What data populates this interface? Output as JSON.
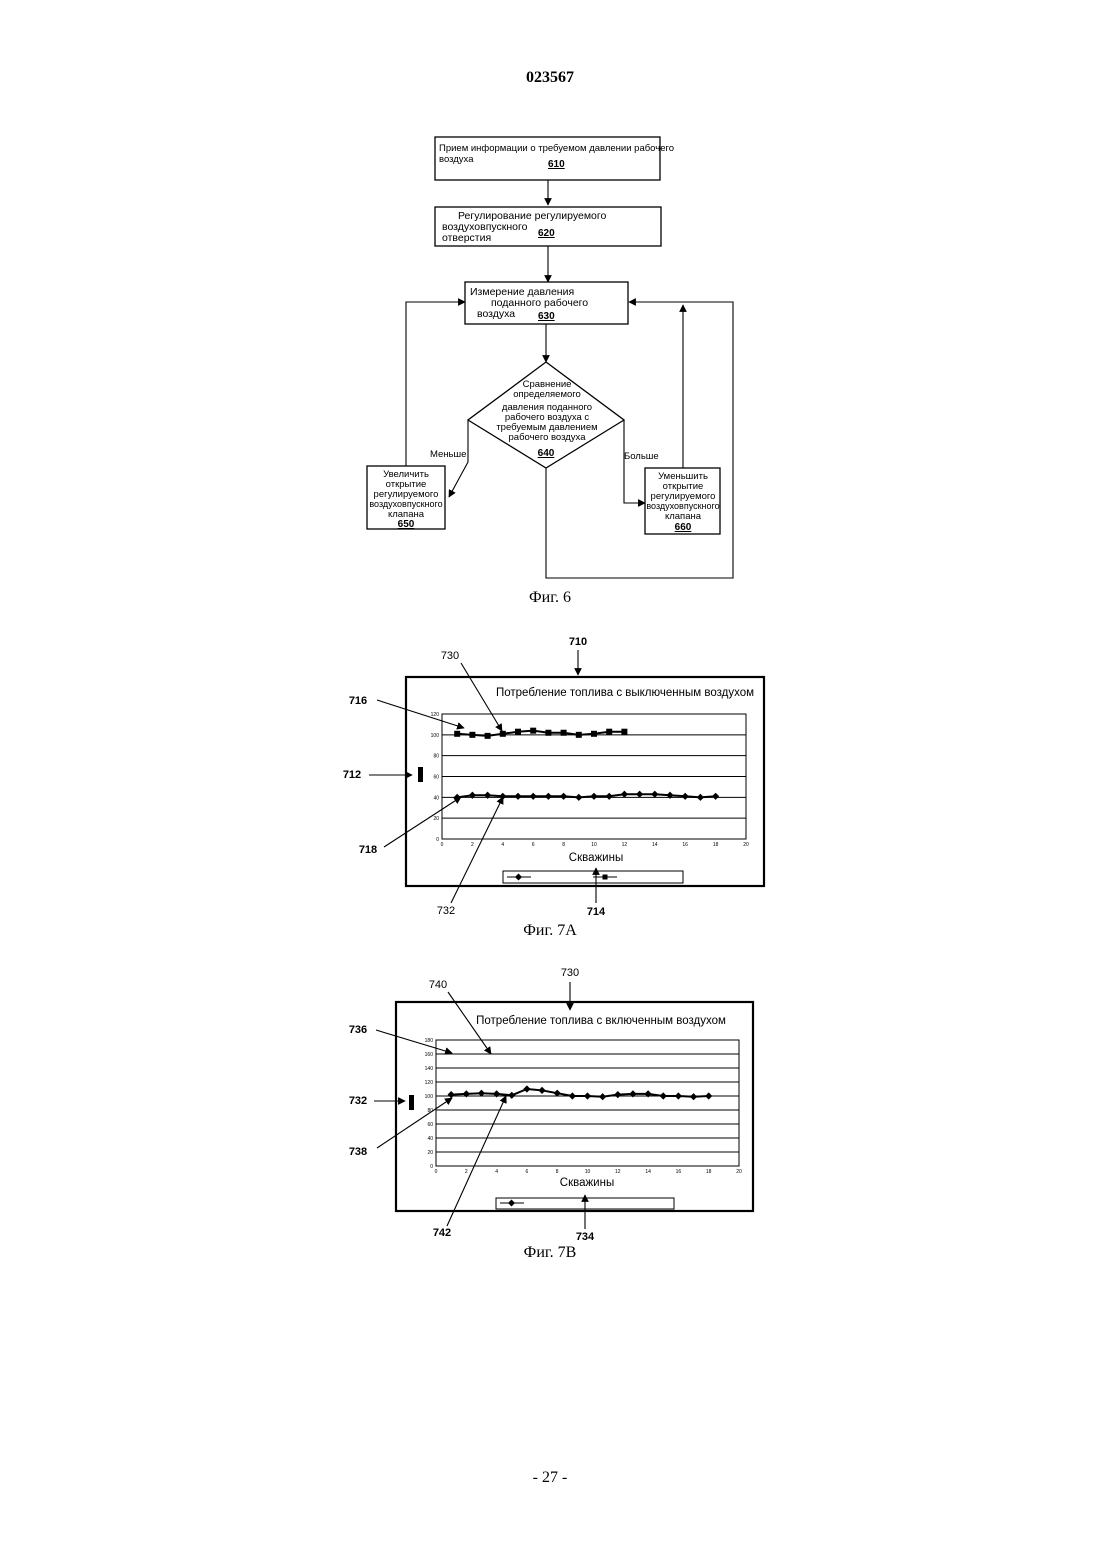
{
  "header": {
    "doc_number": "023567"
  },
  "footer": {
    "page_number": "- 27 -"
  },
  "fig6": {
    "caption": "Фиг. 6",
    "box610": {
      "lines": [
        "Прием информации о требуемом давлении рабочего",
        "воздуха"
      ],
      "ref": "610"
    },
    "box620": {
      "lines": [
        "Регулирование регулируемого",
        "воздуховпускного",
        "отверстия"
      ],
      "ref": "620"
    },
    "box630": {
      "lines": [
        "Измерение давления",
        "поданного  рабочего",
        "воздуха"
      ],
      "ref": "630"
    },
    "diamond640": {
      "lines": [
        "Сравнение",
        "определяемого",
        "давления  поданного",
        "рабочего воздуха с",
        "требуемым давлением",
        "рабочего воздуха"
      ],
      "ref": "640"
    },
    "box650": {
      "lines": [
        "Увеличить",
        "открытие",
        "регулируемого",
        "воздуховпускного",
        "клапана"
      ],
      "ref": "650"
    },
    "box660": {
      "lines": [
        "Уменьшить",
        "открытие",
        "регулируемого",
        "воздуховпускного",
        "клапана"
      ],
      "ref": "660"
    },
    "label_less": "Меньше",
    "label_more": "Больше"
  },
  "fig7a": {
    "caption": "Фиг. 7А",
    "refs": {
      "top": "710",
      "title_ref": "730",
      "series_top": "716",
      "axis": "712",
      "series_bottom": "718",
      "marker_ref": "732",
      "legend_ref": "714"
    },
    "chart_data": {
      "type": "line",
      "title": "Потребление топлива с выключенным воздухом",
      "xlabel": "Скважины",
      "ylabel": "",
      "xlim": [
        0,
        20
      ],
      "ylim": [
        0,
        120
      ],
      "xticks": [
        0,
        2,
        4,
        6,
        8,
        10,
        12,
        14,
        16,
        18,
        20
      ],
      "yticks": [
        0,
        20,
        40,
        60,
        80,
        100,
        120
      ],
      "grid": true,
      "legend_position": "bottom",
      "series": [
        {
          "marker": "square",
          "x": [
            1,
            2,
            3,
            4,
            5,
            6,
            7,
            8,
            9,
            10,
            11,
            12
          ],
          "values": [
            101,
            100,
            99,
            101,
            103,
            104,
            102,
            102,
            100,
            101,
            103,
            103
          ]
        },
        {
          "marker": "diamond",
          "x": [
            1,
            2,
            3,
            4,
            5,
            6,
            7,
            8,
            9,
            10,
            11,
            12,
            13,
            14,
            15,
            16,
            17,
            18
          ],
          "values": [
            40,
            42,
            42,
            41,
            41,
            41,
            41,
            41,
            40,
            41,
            41,
            43,
            43,
            43,
            42,
            41,
            40,
            41
          ]
        }
      ]
    }
  },
  "fig7b": {
    "caption": "Фиг. 7В",
    "refs": {
      "top": "730",
      "title_ref": "740",
      "series_top": "736",
      "axis": "732",
      "series_bottom": "738",
      "marker_ref": "742",
      "legend_ref": "734"
    },
    "chart_data": {
      "type": "line",
      "title": "Потребление топлива с включенным воздухом",
      "xlabel": "Скважины",
      "ylabel": "",
      "xlim": [
        0,
        20
      ],
      "ylim": [
        0,
        180
      ],
      "xticks": [
        0,
        2,
        4,
        6,
        8,
        10,
        12,
        14,
        16,
        18,
        20
      ],
      "yticks": [
        0,
        20,
        40,
        60,
        80,
        100,
        120,
        140,
        160,
        180
      ],
      "grid": true,
      "legend_position": "bottom",
      "series": [
        {
          "marker": "diamond",
          "x": [
            1,
            2,
            3,
            4,
            5,
            6,
            7,
            8,
            9,
            10,
            11,
            12,
            13,
            14,
            15,
            16,
            17,
            18
          ],
          "values": [
            102,
            103,
            104,
            103,
            101,
            110,
            108,
            104,
            100,
            100,
            99,
            102,
            103,
            103,
            100,
            100,
            99,
            100
          ]
        }
      ]
    }
  }
}
